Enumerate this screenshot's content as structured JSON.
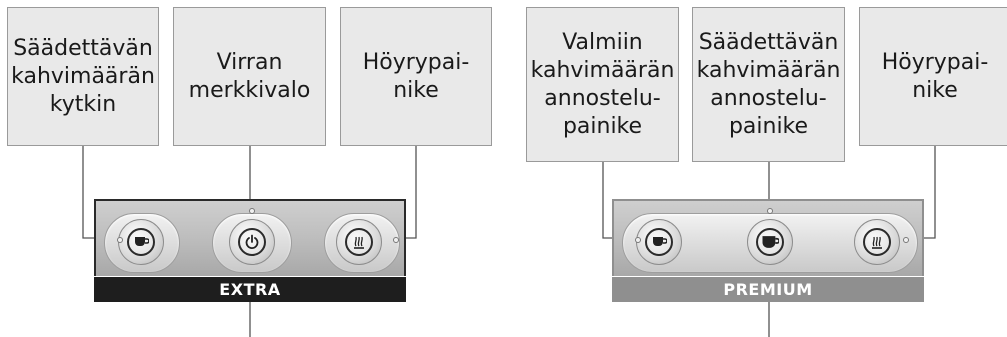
{
  "left": {
    "labels": {
      "coffee_switch": "Säädettävän\nkahvimäärän\nkytkin",
      "power_light": "Virran\nmerkkivalo",
      "steam_button": "Höyrypai-\nnike"
    },
    "brand": "EXTRA",
    "brand_color": "#1e1e1e"
  },
  "right": {
    "labels": {
      "preset_button": "Valmiin\nkahvimäärän\nannostelu-\npainike",
      "adjustable_button": "Säädettävän\nkahvimäärän\nannostelu-\npainike",
      "steam_button": "Höyrypai-\nnike"
    },
    "brand": "PREMIUM",
    "brand_color": "#8f8f8f"
  },
  "icons": [
    "coffee-cup-icon",
    "power-icon",
    "steam-icon"
  ]
}
